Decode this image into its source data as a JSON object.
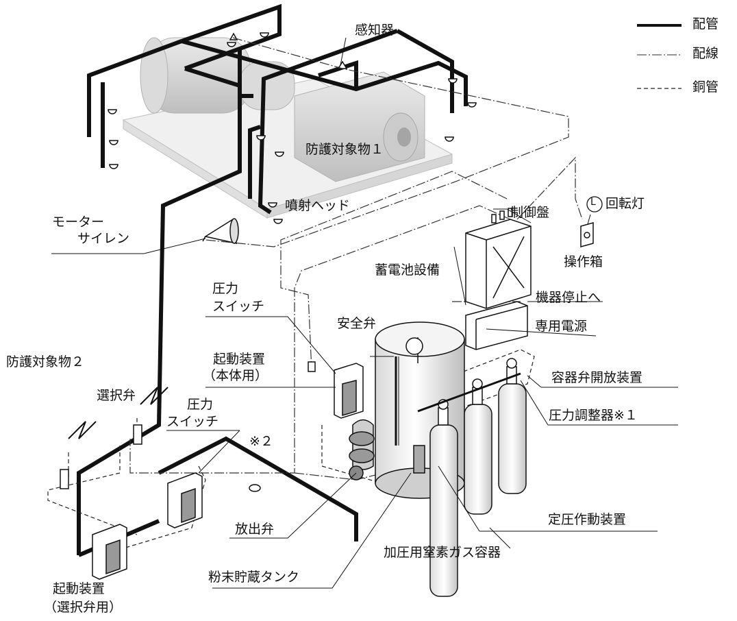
{
  "legend": [
    {
      "key": "pipe",
      "label": "配管"
    },
    {
      "key": "wire",
      "label": "配線"
    },
    {
      "key": "copper",
      "label": "銅管"
    }
  ],
  "labels": {
    "detector": "感知器",
    "protected1": "防護対象物１",
    "nozzle": "噴射ヘッド",
    "motor_siren_1": "モーター",
    "motor_siren_2": "サイレン",
    "rotating_lamp_mark": "L",
    "rotating_lamp": "回転灯",
    "control_panel": "制御盤",
    "operation_box": "操作箱",
    "battery": "蓄電池設備",
    "stop_equipment": "機器停止へ",
    "power_supply": "専用電源",
    "pressure_switch_a_1": "圧力",
    "pressure_switch_a_2": "スイッチ",
    "safety_valve": "安全弁",
    "starter_main_1": "起動装置",
    "starter_main_2": "（本体用）",
    "protected2": "防護対象物２",
    "selector_valve": "選択弁",
    "pressure_switch_b_1": "圧力",
    "pressure_switch_b_2": "スイッチ",
    "note2": "※２",
    "container_valve_opener": "容器弁開放装置",
    "pressure_regulator": "圧力調整器※１",
    "constant_pressure": "定圧作動装置",
    "discharge_valve": "放出弁",
    "nitrogen_container": "加圧用窒素ガス容器",
    "powder_tank": "粉末貯蔵タンク",
    "starter_selector_1": "起動装置",
    "starter_selector_2": "（選択弁用）"
  }
}
